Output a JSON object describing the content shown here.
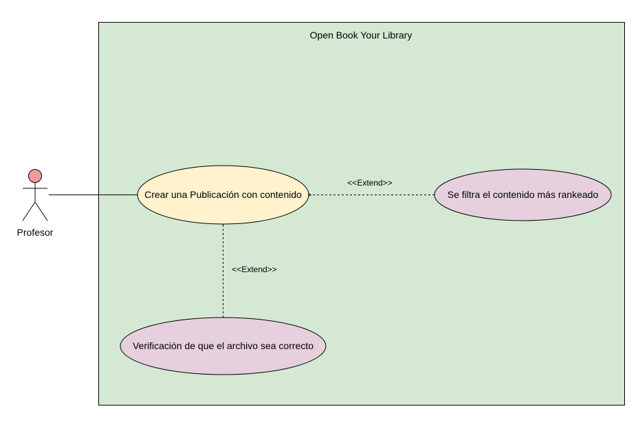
{
  "diagram": {
    "system": {
      "title": "Open Book Your Library",
      "fill": "#d5e8d4"
    },
    "actor": {
      "name": "Profesor",
      "head_fill": "#f19c99"
    },
    "use_cases": {
      "crear": {
        "label": "Crear una Publicación con contenido",
        "fill": "#fff2cc"
      },
      "filtra": {
        "label": "Se filtra el contenido más rankeado",
        "fill": "#e6d0de"
      },
      "verificacion": {
        "label": "Verificación de que el archivo sea correcto",
        "fill": "#e6d0de"
      }
    },
    "relations": {
      "extend_filtra": "<<Extend>>",
      "extend_verificacion": "<<Extend>>"
    }
  }
}
